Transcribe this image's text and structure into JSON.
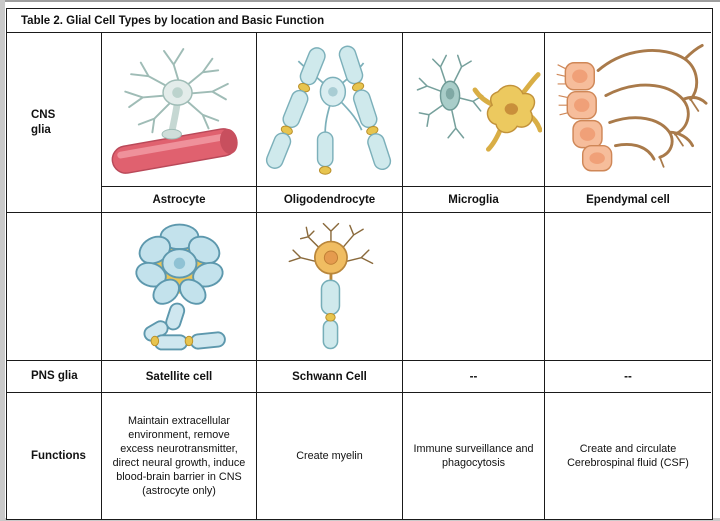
{
  "title": "Table 2. Glial Cell Types by location and Basic Function",
  "row_labels": {
    "cns": "CNS glia",
    "pns": "PNS glia",
    "functions": "Functions"
  },
  "cns_glia": {
    "names": [
      "Astrocyte",
      "Oligodendrocyte",
      "Microglia",
      "Ependymal cell"
    ]
  },
  "pns_glia": {
    "names": [
      "Satellite cell",
      "Schwann Cell",
      "--",
      "--"
    ]
  },
  "functions": [
    "Maintain extracellular environment, remove excess neurotransmitter, direct neural growth, induce blood-brain barrier in CNS (astrocyte only)",
    "Create myelin",
    "Immune surveillance and phagocytosis",
    "Create and circulate Cerebrospinal fluid (CSF)"
  ],
  "illustrations": [
    "astrocyte",
    "oligodendrocyte",
    "microglia",
    "ependymal-cell",
    "satellite-cell",
    "schwann-cell"
  ],
  "colors": {
    "border": "#1a1a1a",
    "glia_blue": "#cfe9ec",
    "node_yellow": "#e7c44e",
    "vessel_red": "#e0616f",
    "microglia_yellow": "#ecc95f",
    "ependymal_orange": "#f6bd9b",
    "network_brown": "#a97a4a"
  }
}
